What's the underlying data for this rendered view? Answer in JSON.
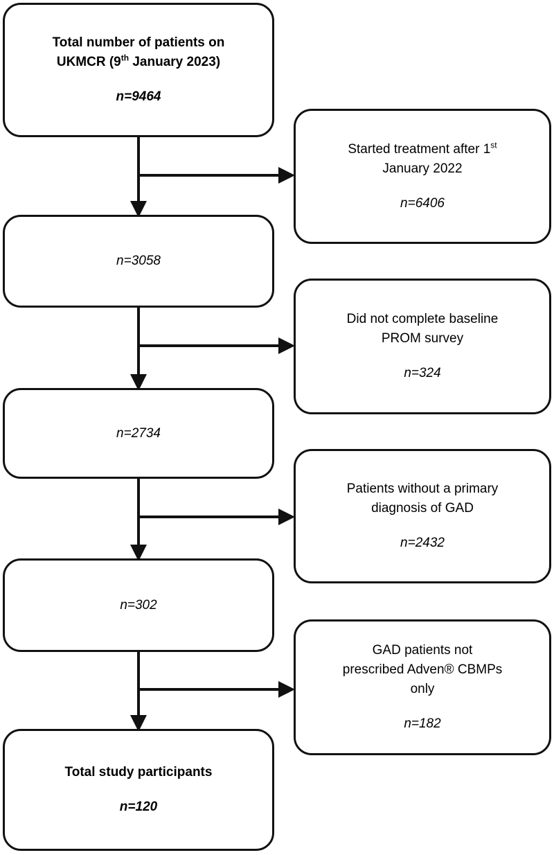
{
  "main_boxes": [
    {
      "title_pre": "Total number of patients on",
      "title_line2_pre": "UKMCR (9",
      "title_sup": "th",
      "title_line2_post": " January 2023)",
      "count": "n=9464"
    },
    {
      "count": "n=3058"
    },
    {
      "count": "n=2734"
    },
    {
      "count": "n=302"
    },
    {
      "title": "Total study participants",
      "count": "n=120"
    }
  ],
  "exclusion_boxes": [
    {
      "line1_pre": "Started treatment after 1",
      "line1_sup": "st",
      "line2": "January 2022",
      "count": "n=6406"
    },
    {
      "line1": "Did not complete baseline",
      "line2": "PROM survey",
      "count": "n=324"
    },
    {
      "line1": "Patients without a primary",
      "line2": "diagnosis of GAD",
      "count": "n=2432"
    },
    {
      "line1": "GAD patients not",
      "line2": "prescribed Adven® CBMPs",
      "line3": "only",
      "count": "n=182"
    }
  ]
}
